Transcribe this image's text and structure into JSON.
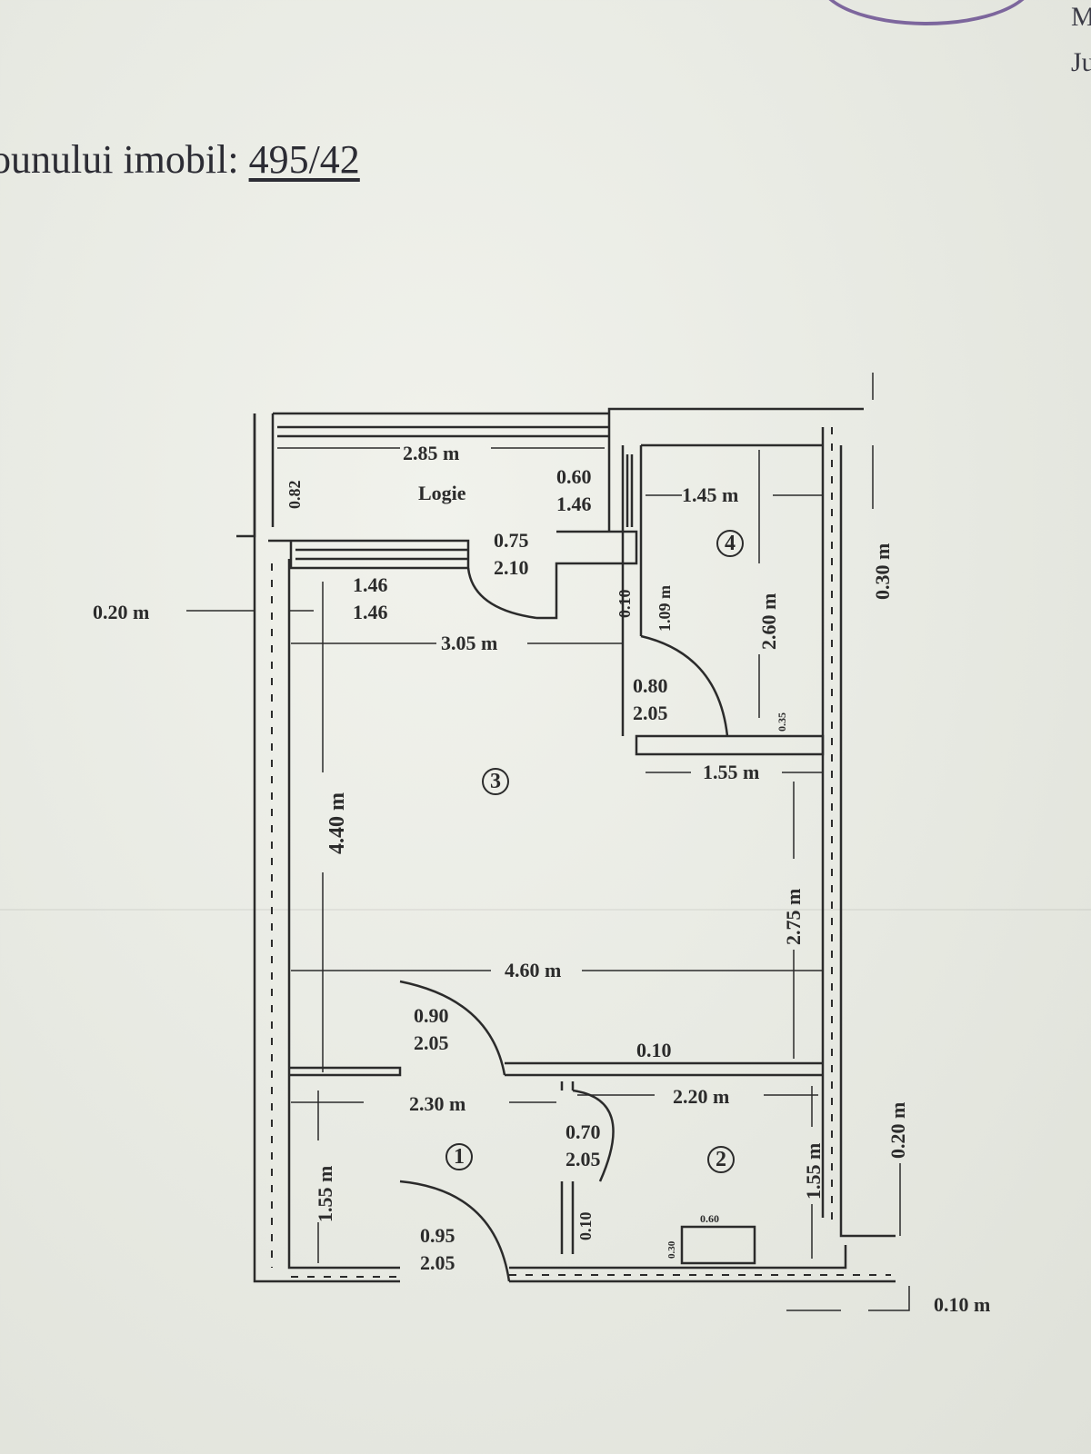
{
  "header": {
    "prefix": "ounului imobil: ",
    "value": "495/42"
  },
  "corner_text": {
    "line1": "M",
    "line2": "Ju"
  },
  "plan": {
    "logia_label": "Logie",
    "rooms": {
      "r1": "1",
      "r2": "2",
      "r3": "3",
      "r4": "4"
    },
    "dims": {
      "logia_width": "2.85 m",
      "logia_depth": "0.82",
      "logia_window_w": "0.60",
      "logia_window_h": "1.46",
      "logia_door_w": "0.75",
      "logia_door_h": "2.10",
      "win_w": "1.46",
      "win_h": "1.46",
      "room3_width": "3.05 m",
      "outer_wall": "0.20 m",
      "room3_len": "4.40 m",
      "room4_width": "1.45 m",
      "room4_len": "2.60 m",
      "room4_inner": "1.09 m",
      "partition_010": "0.10",
      "door4_w": "0.80",
      "door4_h": "2.05",
      "small_035": "0.35",
      "hall_width": "1.55 m",
      "hall_len": "2.75 m",
      "total_width": "4.60 m",
      "right_wall": "0.30 m",
      "door3_w": "0.90",
      "door3_h": "2.05",
      "wall_010": "0.10",
      "bath_width": "2.20 m",
      "entry_width": "2.30 m",
      "door2_w": "0.70",
      "door2_h": "2.05",
      "entry_len": "1.55 m",
      "bath_len": "1.55 m",
      "bath_wall": "0.10",
      "entry_door_w": "0.95",
      "entry_door_h": "2.05",
      "sink_w": "0.60",
      "sink_d": "0.30",
      "right_020": "0.20 m",
      "bottom_010": "0.10 m"
    }
  }
}
